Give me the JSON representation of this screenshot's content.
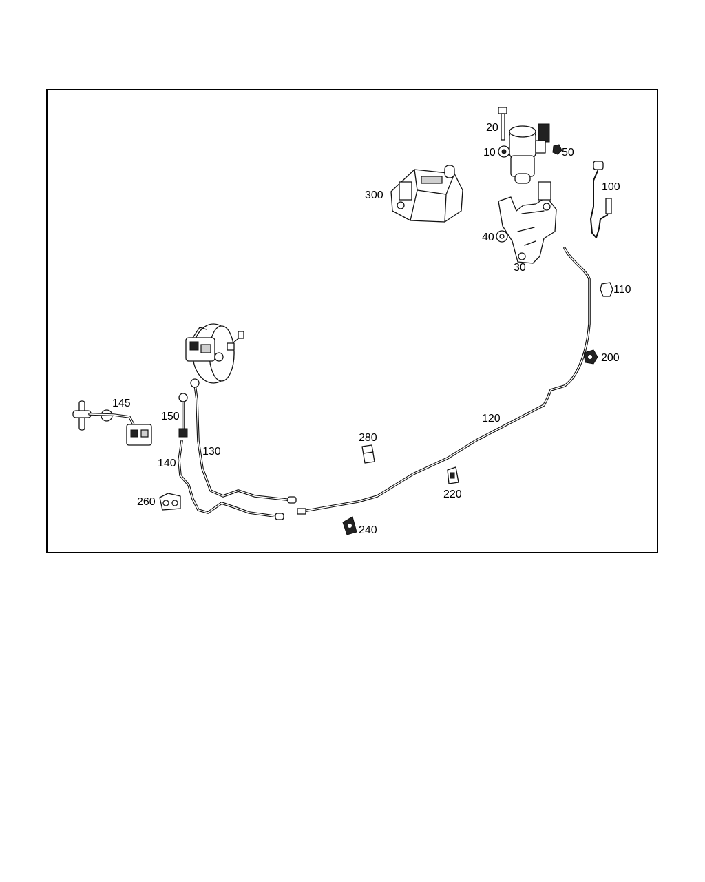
{
  "diagram": {
    "callouts": {
      "p10": "10",
      "p20": "20",
      "p30": "30",
      "p40": "40",
      "p50": "50",
      "p100": "100",
      "p110": "110",
      "p120": "120",
      "p130": "130",
      "p140": "140",
      "p145": "145",
      "p150": "150",
      "p200": "200",
      "p220": "220",
      "p240": "240",
      "p260": "260",
      "p280": "280",
      "p300": "300"
    }
  }
}
